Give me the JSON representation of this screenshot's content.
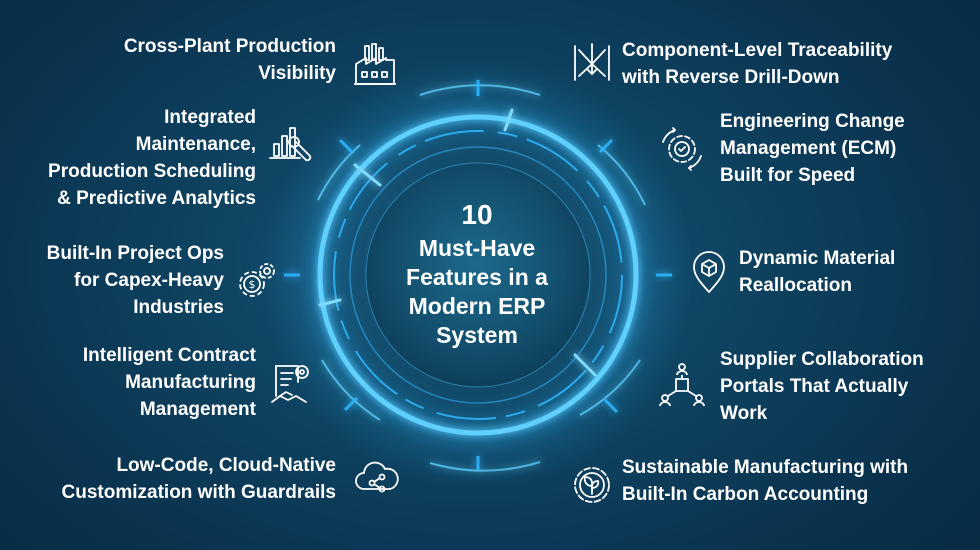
{
  "center": {
    "number": "10",
    "lines": [
      "Must-Have",
      "Features in a",
      "Modern ERP",
      "System"
    ]
  },
  "features": {
    "f1": [
      "Cross-Plant Production",
      "Visibility"
    ],
    "f2": [
      "Integrated",
      "Maintenance,",
      "Production Scheduling",
      "& Predictive Analytics"
    ],
    "f3": [
      "Built-In Project Ops",
      "for Capex-Heavy",
      "Industries"
    ],
    "f4": [
      "Intelligent Contract",
      "Manufacturing",
      "Management"
    ],
    "f5": [
      "Low-Code, Cloud-Native",
      "Customization with Guardrails"
    ],
    "f6": [
      "Component-Level Traceability",
      "with Reverse Drill-Down"
    ],
    "f7": [
      "Engineering Change",
      "Management (ECM)",
      "Built for Speed"
    ],
    "f8": [
      "Dynamic Material",
      "Reallocation"
    ],
    "f9": [
      "Supplier Collaboration",
      "Portals That Actually",
      "Work"
    ],
    "f10": [
      "Sustainable Manufacturing with",
      "Built-In Carbon Accounting"
    ]
  },
  "icons": {
    "f1": "factory-icon",
    "f2": "chart-wrench-icon",
    "f3": "dollar-gear-icon",
    "f4": "contract-handshake-icon",
    "f5": "cloud-share-icon",
    "f6": "drill-down-funnel-icon",
    "f7": "gear-cycle-icon",
    "f8": "location-box-icon",
    "f9": "network-people-icon",
    "f10": "eco-gear-icon"
  },
  "colors": {
    "background": "#0a3450",
    "ring_glow": "#2fb7ff",
    "text": "#ffffff"
  }
}
